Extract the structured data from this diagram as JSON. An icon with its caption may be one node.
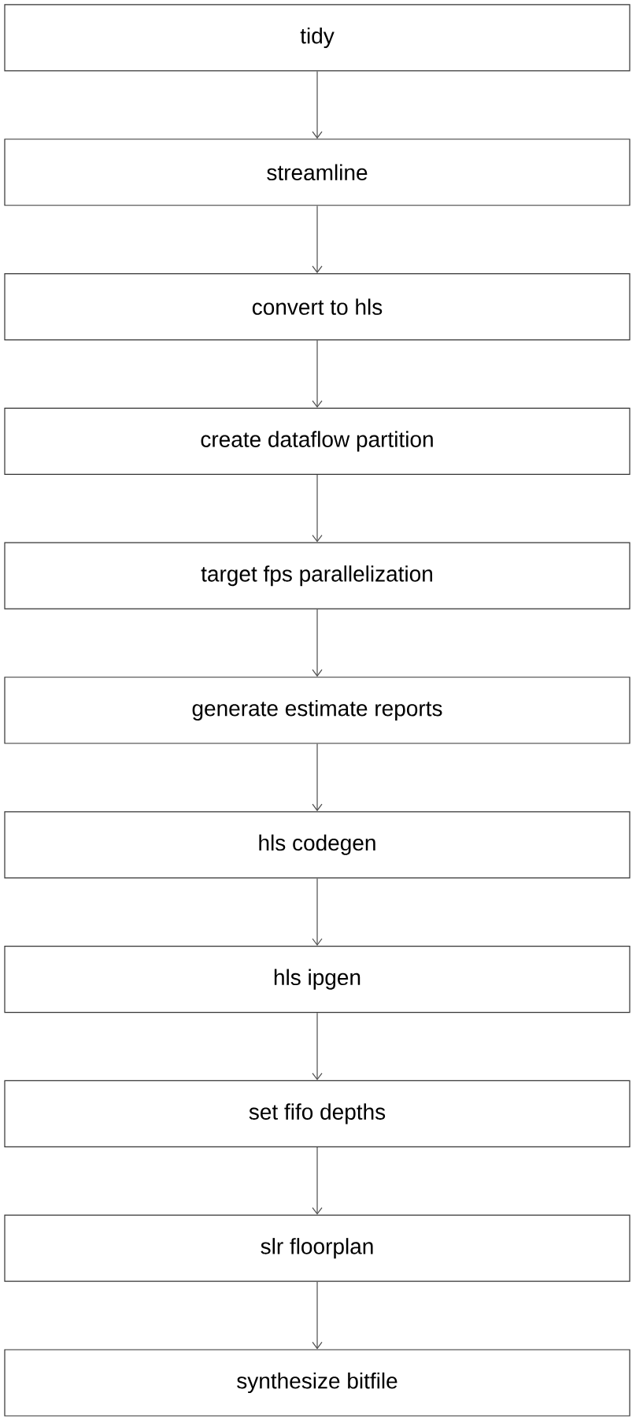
{
  "diagram": {
    "nodes": [
      {
        "text": [
          "tidy"
        ]
      },
      {
        "text": [
          "streamline"
        ]
      },
      {
        "text": [
          "convert to hls"
        ]
      },
      {
        "text": [
          "create dataflow partition"
        ]
      },
      {
        "text": [
          "target fps parallelization"
        ]
      },
      {
        "text": [
          "generate estimate reports"
        ]
      },
      {
        "text": [
          "hls codegen"
        ]
      },
      {
        "text": [
          "hls ipgen"
        ]
      },
      {
        "text": [
          "set fifo depths"
        ]
      },
      {
        "text": [
          "slr floorplan"
        ]
      },
      {
        "text": [
          "synthesize bitfile"
        ]
      }
    ],
    "edges": [
      {
        "from": 0,
        "to": 1,
        "arrow": "to"
      },
      {
        "from": 1,
        "to": 2,
        "arrow": "to"
      },
      {
        "from": 2,
        "to": 3,
        "arrow": "to"
      },
      {
        "from": 3,
        "to": 4,
        "arrow": "to"
      },
      {
        "from": 4,
        "to": 5,
        "arrow": "to"
      },
      {
        "from": 5,
        "to": 6,
        "arrow": "to"
      },
      {
        "from": 6,
        "to": 7,
        "arrow": "to"
      },
      {
        "from": 7,
        "to": 8,
        "arrow": "to"
      },
      {
        "from": 8,
        "to": 9,
        "arrow": "to"
      },
      {
        "from": 9,
        "to": 10,
        "arrow": "to"
      }
    ]
  }
}
